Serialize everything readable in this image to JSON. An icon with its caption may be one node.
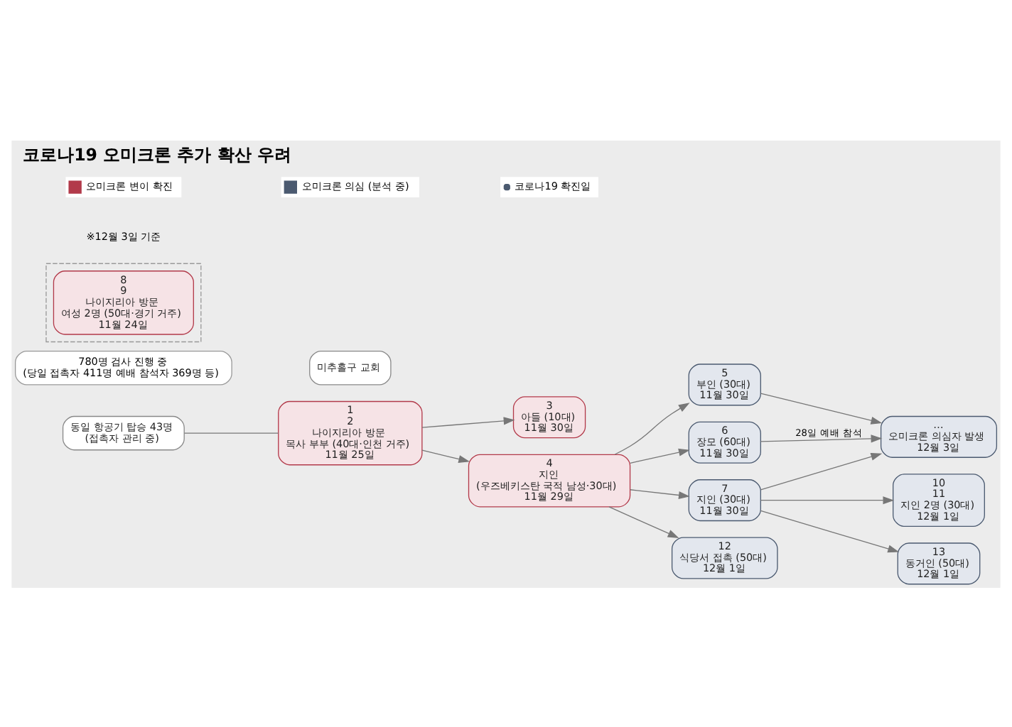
{
  "diagram": {
    "title": "코로나19 오미크론 추가 확산 우려",
    "nodes": [
      {
        "text": [
          "동일 항공기 탑승 43명",
          "(접촉자 관리 중)"
        ]
      },
      {
        "text": [
          "1",
          "2",
          "나이지리아 방문",
          "목사 부부 (40대·인천 거주)",
          "11월 25일"
        ]
      },
      {
        "text": [
          "3",
          "아들 (10대)",
          "11월 30일"
        ]
      },
      {
        "text": [
          "4",
          "지인",
          "(우즈베키스탄 국적 남성·30대)",
          "11월 29일"
        ]
      },
      {
        "text": [
          "5",
          "부인 (30대)",
          "11월 30일"
        ]
      },
      {
        "text": [
          "6",
          "장모 (60대)",
          "11월 30일"
        ]
      },
      {
        "text": [
          "7",
          "지인 (30대)",
          "11월 30일"
        ]
      },
      {
        "text": [
          "12",
          "식당서 접촉 (50대)",
          "12월 1일"
        ]
      },
      {
        "text": [
          "미추홀구 교회"
        ],
        "beside": [
          "780명 검사 진행 중",
          "(당일 접촉자 411명 예배 참석자 369명 등)"
        ]
      },
      {
        "text": [
          "…",
          "오미크론 의심자 발생",
          "12월 3일"
        ]
      },
      {
        "text": [
          "10",
          "11",
          "지인 2명 (30대)",
          "12월 1일"
        ]
      },
      {
        "text": [
          "13",
          "동거인 (50대)",
          "12월 1일"
        ]
      },
      {
        "text": [],
        "shape": "box"
      },
      {
        "text": [
          "8",
          "9",
          "나이지리아 방문",
          "여성 2명 (50대·경기 거주)",
          "11월 24일"
        ],
        "in": 12
      }
    ],
    "edges": [
      {
        "from": 0,
        "to": 1,
        "arrow": "none"
      },
      {
        "from": 1,
        "to": 2,
        "arrow": "to"
      },
      {
        "from": 1,
        "to": 3,
        "arrow": "to"
      },
      {
        "from": 3,
        "to": 4,
        "arrow": "to"
      },
      {
        "from": 3,
        "to": 5,
        "arrow": "to"
      },
      {
        "from": 3,
        "to": 6,
        "arrow": "to"
      },
      {
        "from": 3,
        "to": 7,
        "arrow": "to"
      },
      {
        "from": 4,
        "to": 9,
        "arrow": "to"
      },
      {
        "from": 5,
        "to": 9,
        "arrow": "to",
        "label": "28일 예배 참석"
      },
      {
        "from": 6,
        "to": 9,
        "arrow": "to"
      },
      {
        "from": 6,
        "to": 10,
        "arrow": "to"
      },
      {
        "from": 6,
        "to": 11,
        "arrow": "to"
      }
    ],
    "labels": [
      "※12월 3일 기준"
    ],
    "legend": [
      {
        "text": "오미크론 변이 확진",
        "color": "#b23a4a"
      },
      {
        "text": "오미크론 의심 (분석 중)",
        "color": "#4b5a70"
      },
      {
        "text": "코로나19 확진일"
      }
    ]
  }
}
